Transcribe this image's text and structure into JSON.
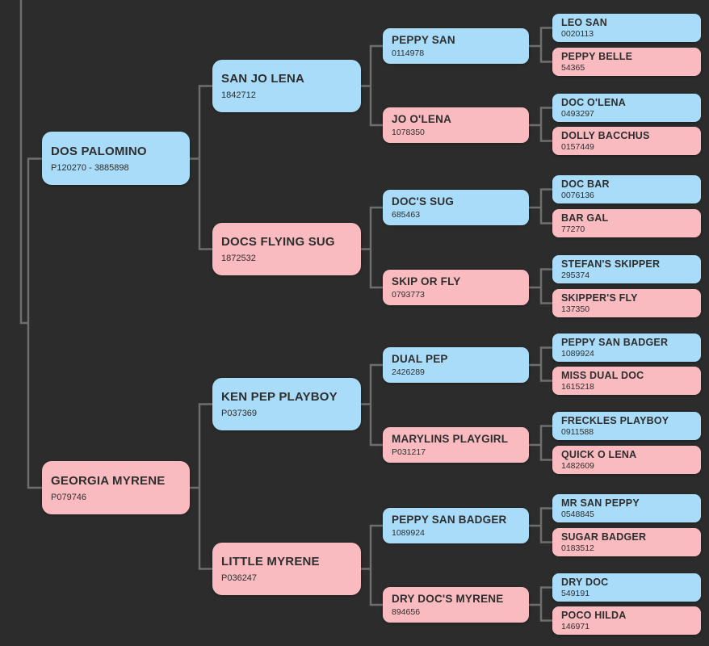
{
  "pedigree": {
    "background_color": "#2c2c2c",
    "line_color": "#6e6e6e",
    "male_color": "#a9dcf8",
    "female_color": "#f9bbc0",
    "text_color": "#2e2e2e",
    "gen1": [
      {
        "name": "DOS PALOMINO",
        "number": "P120270 - 3885898",
        "sex": "male"
      },
      {
        "name": "GEORGIA MYRENE",
        "number": "P079746",
        "sex": "female"
      }
    ],
    "gen2": [
      {
        "name": "SAN JO LENA",
        "number": "1842712",
        "sex": "male"
      },
      {
        "name": "DOCS FLYING SUG",
        "number": "1872532",
        "sex": "female"
      },
      {
        "name": "KEN PEP PLAYBOY",
        "number": "P037369",
        "sex": "male"
      },
      {
        "name": "LITTLE MYRENE",
        "number": "P036247",
        "sex": "female"
      }
    ],
    "gen3": [
      {
        "name": "PEPPY SAN",
        "number": "0114978",
        "sex": "male"
      },
      {
        "name": "JO O'LENA",
        "number": "1078350",
        "sex": "female"
      },
      {
        "name": "DOC'S SUG",
        "number": "685463",
        "sex": "male"
      },
      {
        "name": "SKIP OR FLY",
        "number": "0793773",
        "sex": "female"
      },
      {
        "name": "DUAL PEP",
        "number": "2426289",
        "sex": "male"
      },
      {
        "name": "MARYLINS PLAYGIRL",
        "number": "P031217",
        "sex": "female"
      },
      {
        "name": "PEPPY SAN BADGER",
        "number": "1089924",
        "sex": "male"
      },
      {
        "name": "DRY DOC'S MYRENE",
        "number": "894656",
        "sex": "female"
      }
    ],
    "gen4": [
      {
        "name": "LEO SAN",
        "number": "0020113",
        "sex": "male"
      },
      {
        "name": "PEPPY BELLE",
        "number": "54365",
        "sex": "female"
      },
      {
        "name": "DOC O'LENA",
        "number": "0493297",
        "sex": "male"
      },
      {
        "name": "DOLLY BACCHUS",
        "number": "0157449",
        "sex": "female"
      },
      {
        "name": "DOC BAR",
        "number": "0076136",
        "sex": "male"
      },
      {
        "name": "BAR GAL",
        "number": "77270",
        "sex": "female"
      },
      {
        "name": "STEFAN'S SKIPPER",
        "number": "295374",
        "sex": "male"
      },
      {
        "name": "SKIPPER'S FLY",
        "number": "137350",
        "sex": "female"
      },
      {
        "name": "PEPPY SAN BADGER",
        "number": "1089924",
        "sex": "male"
      },
      {
        "name": "MISS DUAL DOC",
        "number": "1615218",
        "sex": "female"
      },
      {
        "name": "FRECKLES PLAYBOY",
        "number": "0911588",
        "sex": "male"
      },
      {
        "name": "QUICK O LENA",
        "number": "1482609",
        "sex": "female"
      },
      {
        "name": "MR SAN PEPPY",
        "number": "0548845",
        "sex": "male"
      },
      {
        "name": "SUGAR BADGER",
        "number": "0183512",
        "sex": "female"
      },
      {
        "name": "DRY DOC",
        "number": "549191",
        "sex": "male"
      },
      {
        "name": "POCO HILDA",
        "number": "146971",
        "sex": "female"
      }
    ]
  }
}
